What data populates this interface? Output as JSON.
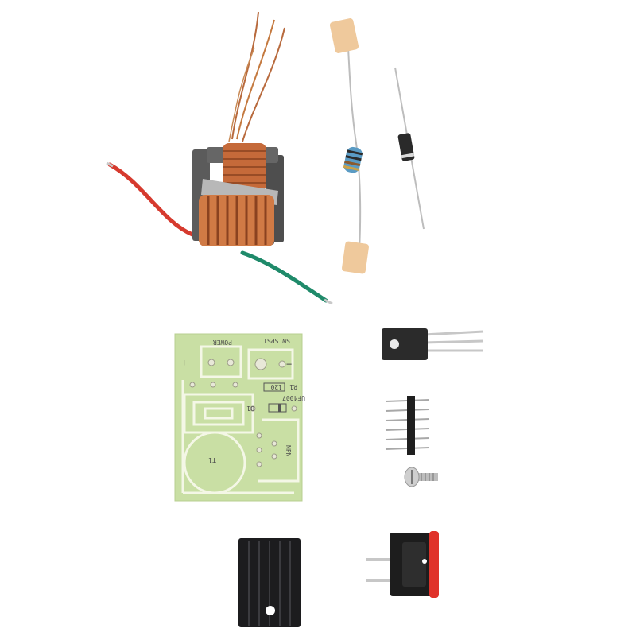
{
  "pcb": {
    "switch_label": "SW SPST",
    "power_label": "POWER",
    "r1_code": "120",
    "r1_ref": "R1",
    "d1_ref": "D1",
    "d1_code": "UF4007",
    "q1_label": "NPN",
    "t1_label": "T1",
    "plus_sign": "+",
    "minus_sign": "−"
  },
  "colors": {
    "background": "#ffffff",
    "pcb": "#c9dfa4",
    "pcb_trace": "#f4f7e6",
    "copper": "#c56a3a",
    "ferrite": "#5b5b5b",
    "red_wire": "#d63a2e",
    "green_wire": "#1f8a6a",
    "heatsink": "#1c1c1e",
    "rocker_red": "#e0322a"
  },
  "parts": [
    "ignition-coil",
    "resistor",
    "diode",
    "pcb-board",
    "transistor",
    "pin-header",
    "screw",
    "heatsink",
    "rocker-switch"
  ]
}
